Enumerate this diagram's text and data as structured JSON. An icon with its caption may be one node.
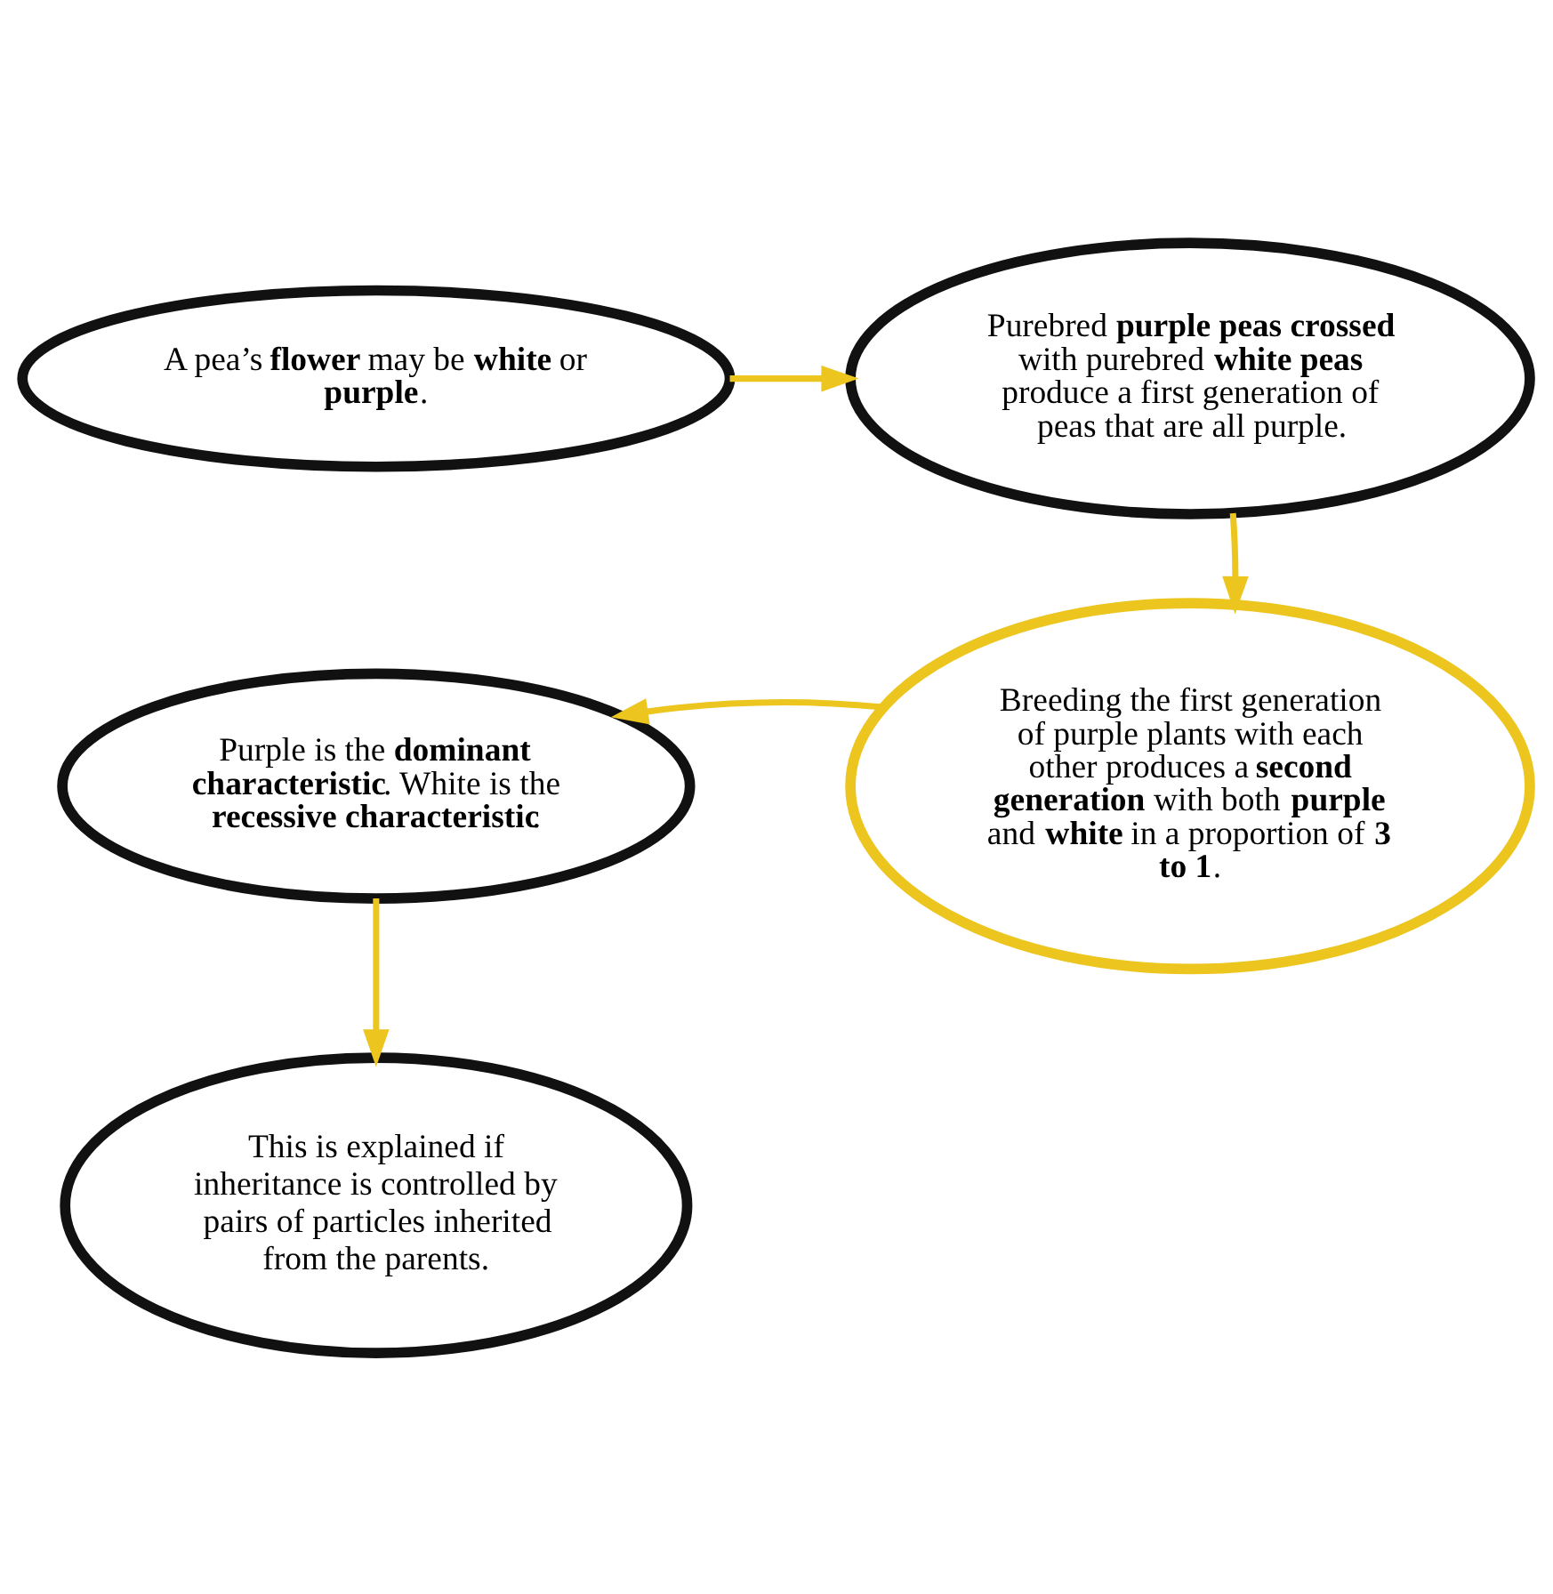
{
  "diagram": {
    "nodes": [
      {
        "text": [
          "A pea’s **flower** may be **white** or **purple**."
        ]
      },
      {
        "text": [
          "Purebred **purple peas crossed** with purebred **white peas** produce a first generation of peas that are all purple."
        ]
      },
      {
        "text": [
          "Breeding the first generation of purple plants with each other produces a **second generation** with both **purple** and **white** in a proportion of **3 to 1**."
        ]
      },
      {
        "text": [
          "Purple is the **dominant characteristic**. White is the **recessive characteristic**."
        ]
      },
      {
        "text": [
          "This is explained if inheritance is controlled by pairs of particles inherited from the parents."
        ]
      }
    ],
    "edges": [
      {
        "from": 0,
        "to": 1,
        "arrow": "to"
      },
      {
        "from": 1,
        "to": 2,
        "arrow": "to"
      },
      {
        "from": 2,
        "to": 3,
        "arrow": "to"
      },
      {
        "from": 3,
        "to": 4,
        "arrow": "to"
      }
    ]
  }
}
